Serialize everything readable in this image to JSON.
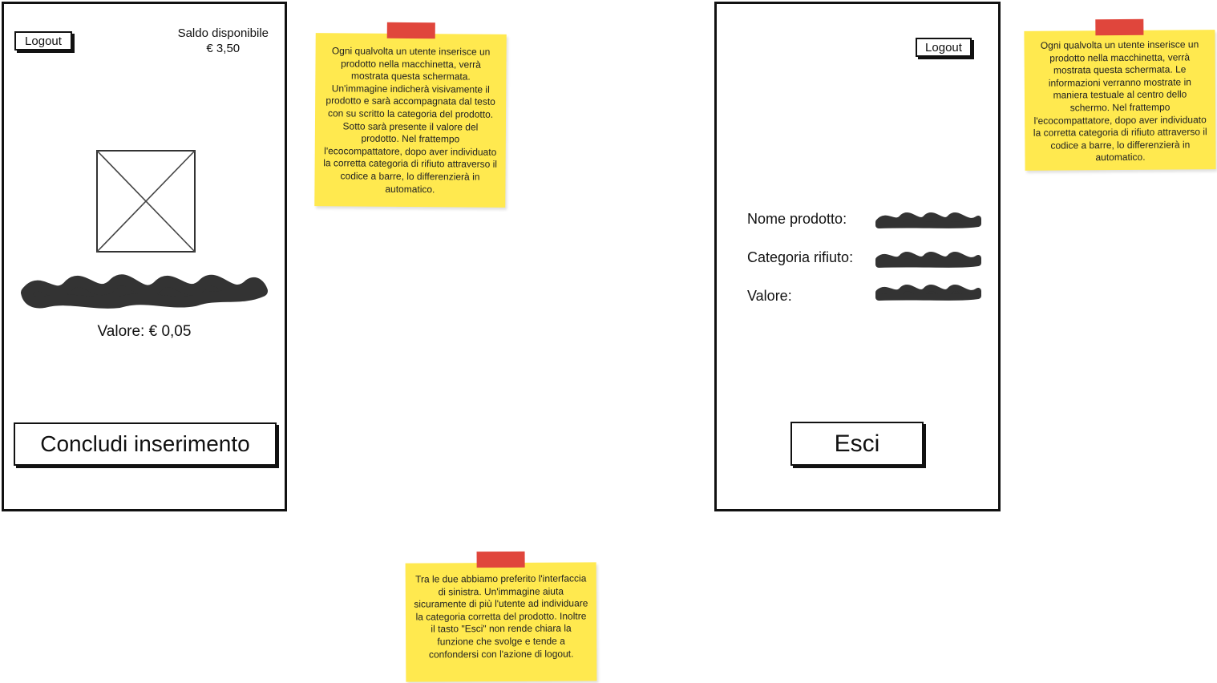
{
  "screen_left": {
    "logout_label": "Logout",
    "balance_label": "Saldo disponibile",
    "balance_amount": "€ 3,50",
    "value_text": "Valore: € 0,05",
    "conclude_button": "Concludi inserimento"
  },
  "screen_right": {
    "logout_label": "Logout",
    "name_label": "Nome prodotto:",
    "category_label": "Categoria rifiuto:",
    "value_label": "Valore:",
    "exit_button": "Esci"
  },
  "notes": [
    {
      "text": "Ogni qualvolta un utente inserisce un prodotto nella macchinetta, verrà mostrata questa schermata. Un'immagine indicherà visivamente il prodotto e sarà accompagnata dal testo con su scritto la categoria del prodotto. Sotto sarà presente il valore del prodotto. Nel frattempo l'ecocompattatore, dopo aver individuato la corretta categoria di rifiuto attraverso il codice a barre, lo differenzierà in automatico."
    },
    {
      "text": "Ogni qualvolta un utente inserisce un prodotto nella macchinetta, verrà mostrata questa schermata. Le informazioni verranno mostrate in maniera testuale al centro dello schermo. Nel frattempo l'ecocompattatore, dopo aver individuato la corretta categoria di rifiuto attraverso il codice a barre, lo differenzierà in automatico."
    },
    {
      "text": "Tra le due abbiamo preferito l'interfaccia di sinistra. Un'immagine aiuta sicuramente di più l'utente ad individuare la categoria corretta del prodotto. Inoltre il tasto \"Esci\" non rende chiara la funzione che svolge e tende a confondersi con l'azione di logout."
    }
  ],
  "colors": {
    "note_yellow": "#ffe94f",
    "tape_red": "#e0463c",
    "ink": "#111111"
  },
  "icons": {
    "image_placeholder": "image-placeholder-icon",
    "text_scribble": "scribble-placeholder"
  }
}
